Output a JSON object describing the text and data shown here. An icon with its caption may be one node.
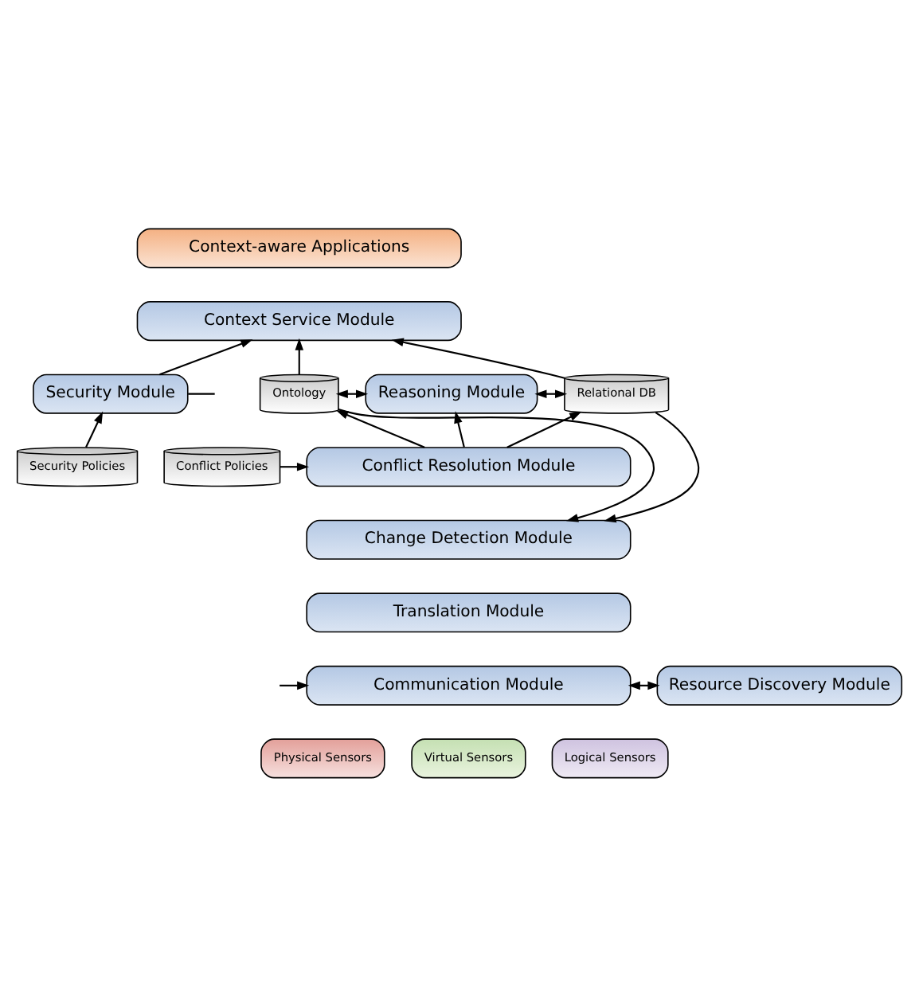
{
  "diagram": {
    "nodes": [
      {
        "text": [
          "Context-aware Applications"
        ]
      },
      {
        "text": [
          "Context Service Module"
        ]
      },
      {
        "text": [
          "Security Module"
        ]
      },
      {
        "text": [
          "Ontology"
        ]
      },
      {
        "text": [
          "Reasoning Module"
        ]
      },
      {
        "text": [
          "Relational DB"
        ]
      },
      {
        "text": [
          "Security Policies"
        ]
      },
      {
        "text": [
          "Conflict Resolution Module"
        ]
      },
      {
        "text": [
          "Conflict Policies"
        ]
      },
      {
        "text": [
          "Change Detection Module"
        ]
      },
      {
        "text": [
          "Translation Module"
        ]
      },
      {
        "text": [
          "Communication Module"
        ]
      },
      {
        "text": [
          "Resource Discovery Module"
        ]
      },
      {
        "text": [
          "Physical Sensors"
        ]
      },
      {
        "text": [
          "Virtual Sensors"
        ]
      },
      {
        "text": [
          "Logical Sensors"
        ]
      }
    ],
    "edges": [
      {
        "from": 3,
        "to": 1,
        "arrow": "to"
      },
      {
        "from": 5,
        "to": 1,
        "arrow": "to"
      },
      {
        "from": 2,
        "to": 1,
        "arrow": "to"
      },
      {
        "from": 2,
        "to": null,
        "arrow": "none"
      },
      {
        "from": 6,
        "to": 2,
        "arrow": "to"
      },
      {
        "from": 3,
        "to": 4,
        "arrow": "both"
      },
      {
        "from": 4,
        "to": 5,
        "arrow": "both"
      },
      {
        "from": 7,
        "to": 3,
        "arrow": "to"
      },
      {
        "from": 7,
        "to": 4,
        "arrow": "to"
      },
      {
        "from": 7,
        "to": 5,
        "arrow": "to"
      },
      {
        "from": 8,
        "to": 7,
        "arrow": "to"
      },
      {
        "from": 3,
        "to": 9,
        "arrow": "to"
      },
      {
        "from": 5,
        "to": 9,
        "arrow": "to"
      },
      {
        "from": null,
        "to": 11,
        "arrow": "to"
      },
      {
        "from": 11,
        "to": 12,
        "arrow": "both"
      }
    ]
  }
}
